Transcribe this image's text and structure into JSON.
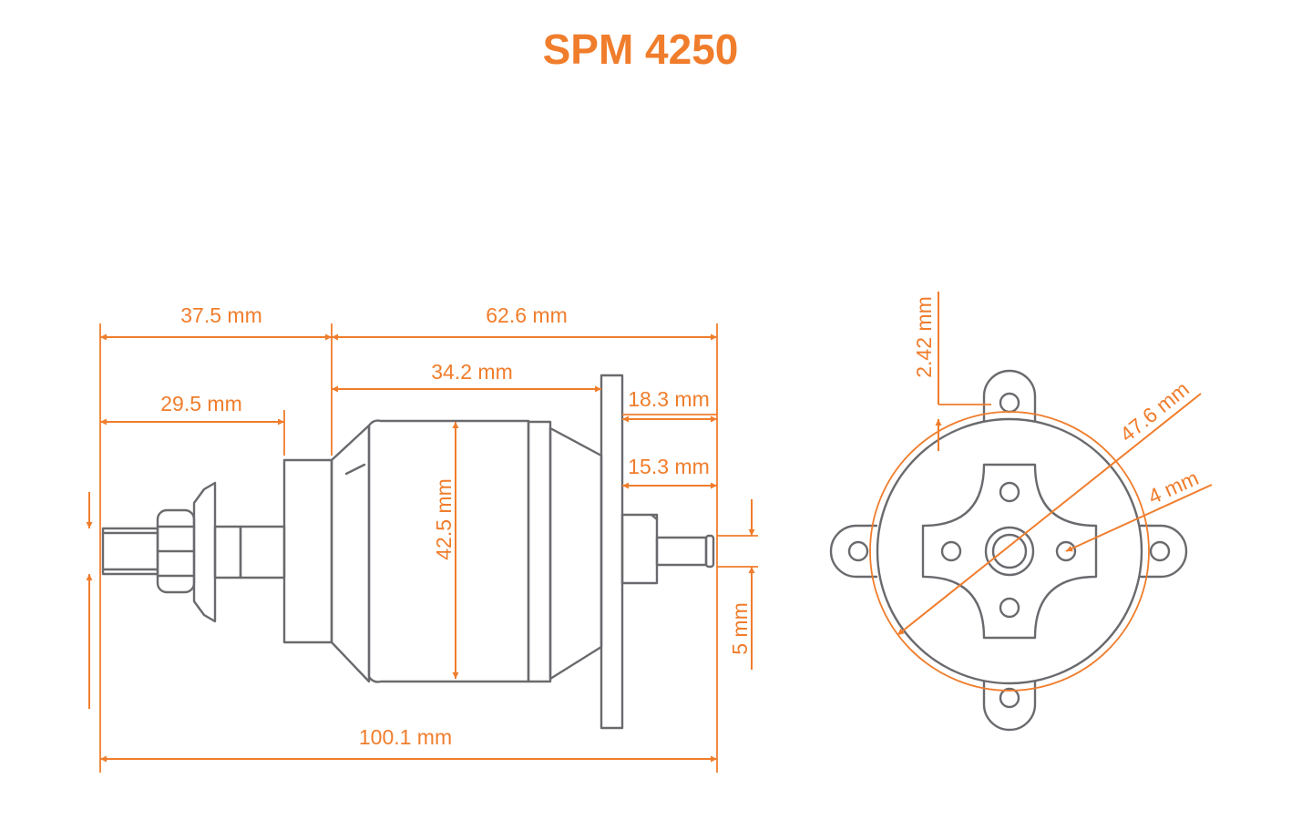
{
  "title": "SPM 4250",
  "colors": {
    "accent": "#f07d2c",
    "outline": "#6a6a6e",
    "background": "#ffffff"
  },
  "dimensions": {
    "shaft_end_to_mount": "37.5 mm",
    "mount_to_rear_shaft": "62.6 mm",
    "can_length": "34.2 mm",
    "shaft_to_prop_washer": "29.5 mm",
    "flange_to_rear": "18.3 mm",
    "rear_shaft_length": "15.3 mm",
    "can_diameter": "42.5 mm",
    "rear_shaft_diameter": "5 mm",
    "overall_length": "100.1 mm",
    "tab_hole_offset": "2.42 mm",
    "bolt_circle_diameter": "47.6 mm",
    "hole_diameter": "4 mm"
  }
}
